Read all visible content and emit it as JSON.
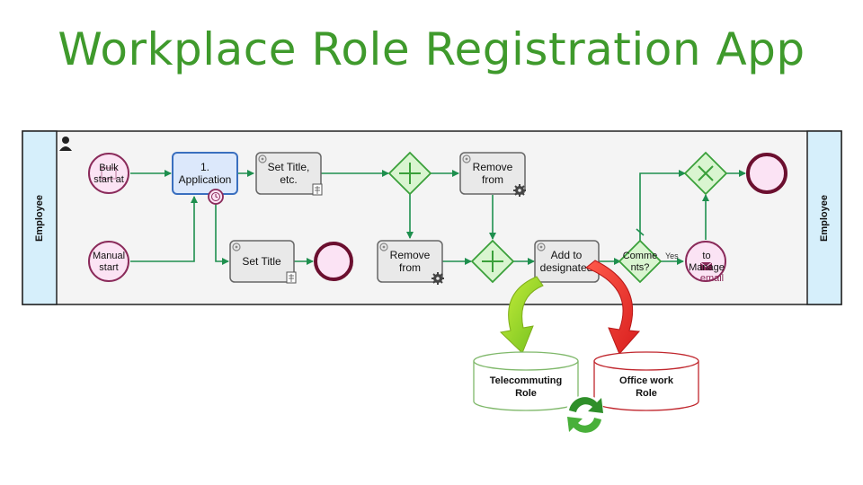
{
  "page": {
    "title": "Workplace Role Registration App"
  },
  "pool": {
    "lane_left": "Employee",
    "lane_right": "Employee"
  },
  "events": {
    "bulk_start": [
      "Bulk",
      "start at"
    ],
    "manual_start": [
      "Manual",
      "start"
    ],
    "email_event": [
      "to",
      "Manage",
      "email"
    ]
  },
  "tasks": {
    "application": [
      "1.",
      "Application"
    ],
    "set_title_etc": [
      "Set Title,",
      "etc."
    ],
    "set_title": [
      "Set Title"
    ],
    "remove_from_top": [
      "Remove",
      "from"
    ],
    "remove_from_bottom": [
      "Remove",
      "from"
    ],
    "add_to_designated": [
      "Add to",
      "designated"
    ]
  },
  "gateways": {
    "comments": [
      "Comme",
      "nts?"
    ],
    "yes_label": "Yes"
  },
  "databases": {
    "telecommuting": [
      "Telecommuting",
      "Role"
    ],
    "office": [
      "Office work",
      "Role"
    ]
  },
  "colors": {
    "title": "#3f9a2c",
    "lane_fill": "#d6effb",
    "flow": "#1e8f4e",
    "start_fill": "#fbe3f4",
    "start_stroke": "#8a2a5a",
    "end_stroke": "#6b0f2f",
    "task_fill": "#e9e9e9",
    "task_active_fill": "#dce8fb",
    "task_active_stroke": "#3a6fbf",
    "gateway_fill": "#d9f5d0",
    "gateway_stroke": "#3aa03a",
    "arrow_green": "#9ad62a",
    "arrow_red": "#e8262b",
    "db_green": "#7fb86a",
    "db_red": "#c0262d"
  }
}
